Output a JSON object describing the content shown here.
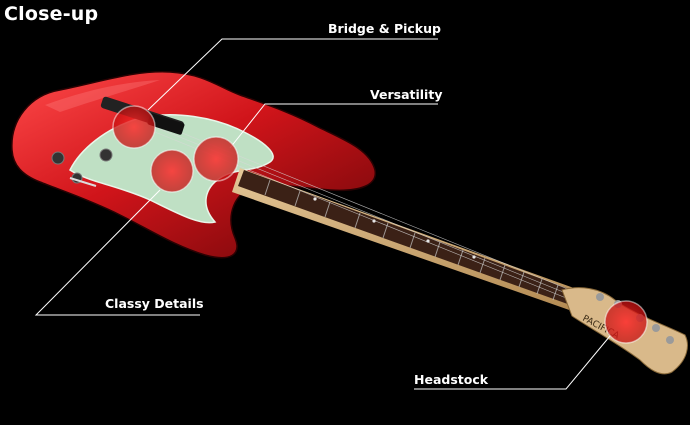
{
  "title": "Close-up",
  "hotspots": [
    {
      "id": "bridge",
      "label": "Bridge & Pickup"
    },
    {
      "id": "versatility",
      "label": "Versatility"
    },
    {
      "id": "classy",
      "label": "Classy Details"
    },
    {
      "id": "headstock",
      "label": "Headstock"
    }
  ],
  "colors": {
    "background": "#000000",
    "body": "#c8141a",
    "pickguard": "#bfe0c4",
    "fretboard": "#3b2116",
    "maple": "#d9b98a",
    "hotspot": "#e01a1a",
    "line": "#ffffff"
  },
  "brand_text": "PACIFICA"
}
